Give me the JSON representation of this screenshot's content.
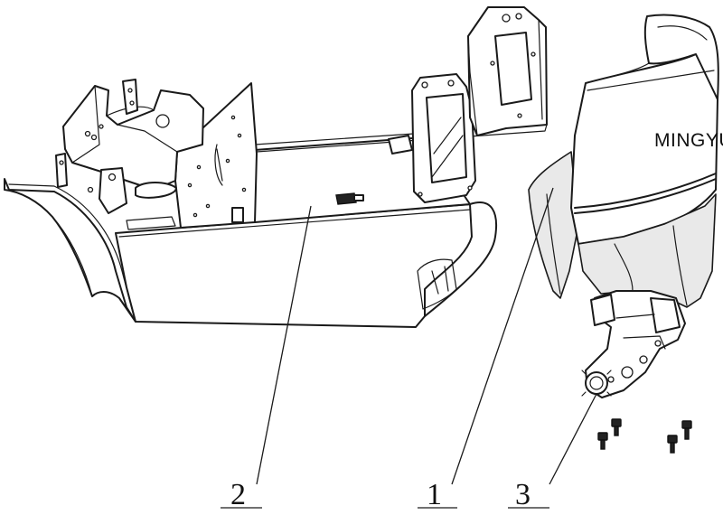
{
  "drawing": {
    "callouts": [
      {
        "id": "part-1",
        "label": "1"
      },
      {
        "id": "part-2",
        "label": "2"
      },
      {
        "id": "part-3",
        "label": "3"
      }
    ],
    "brand_text": "MINGYU"
  }
}
